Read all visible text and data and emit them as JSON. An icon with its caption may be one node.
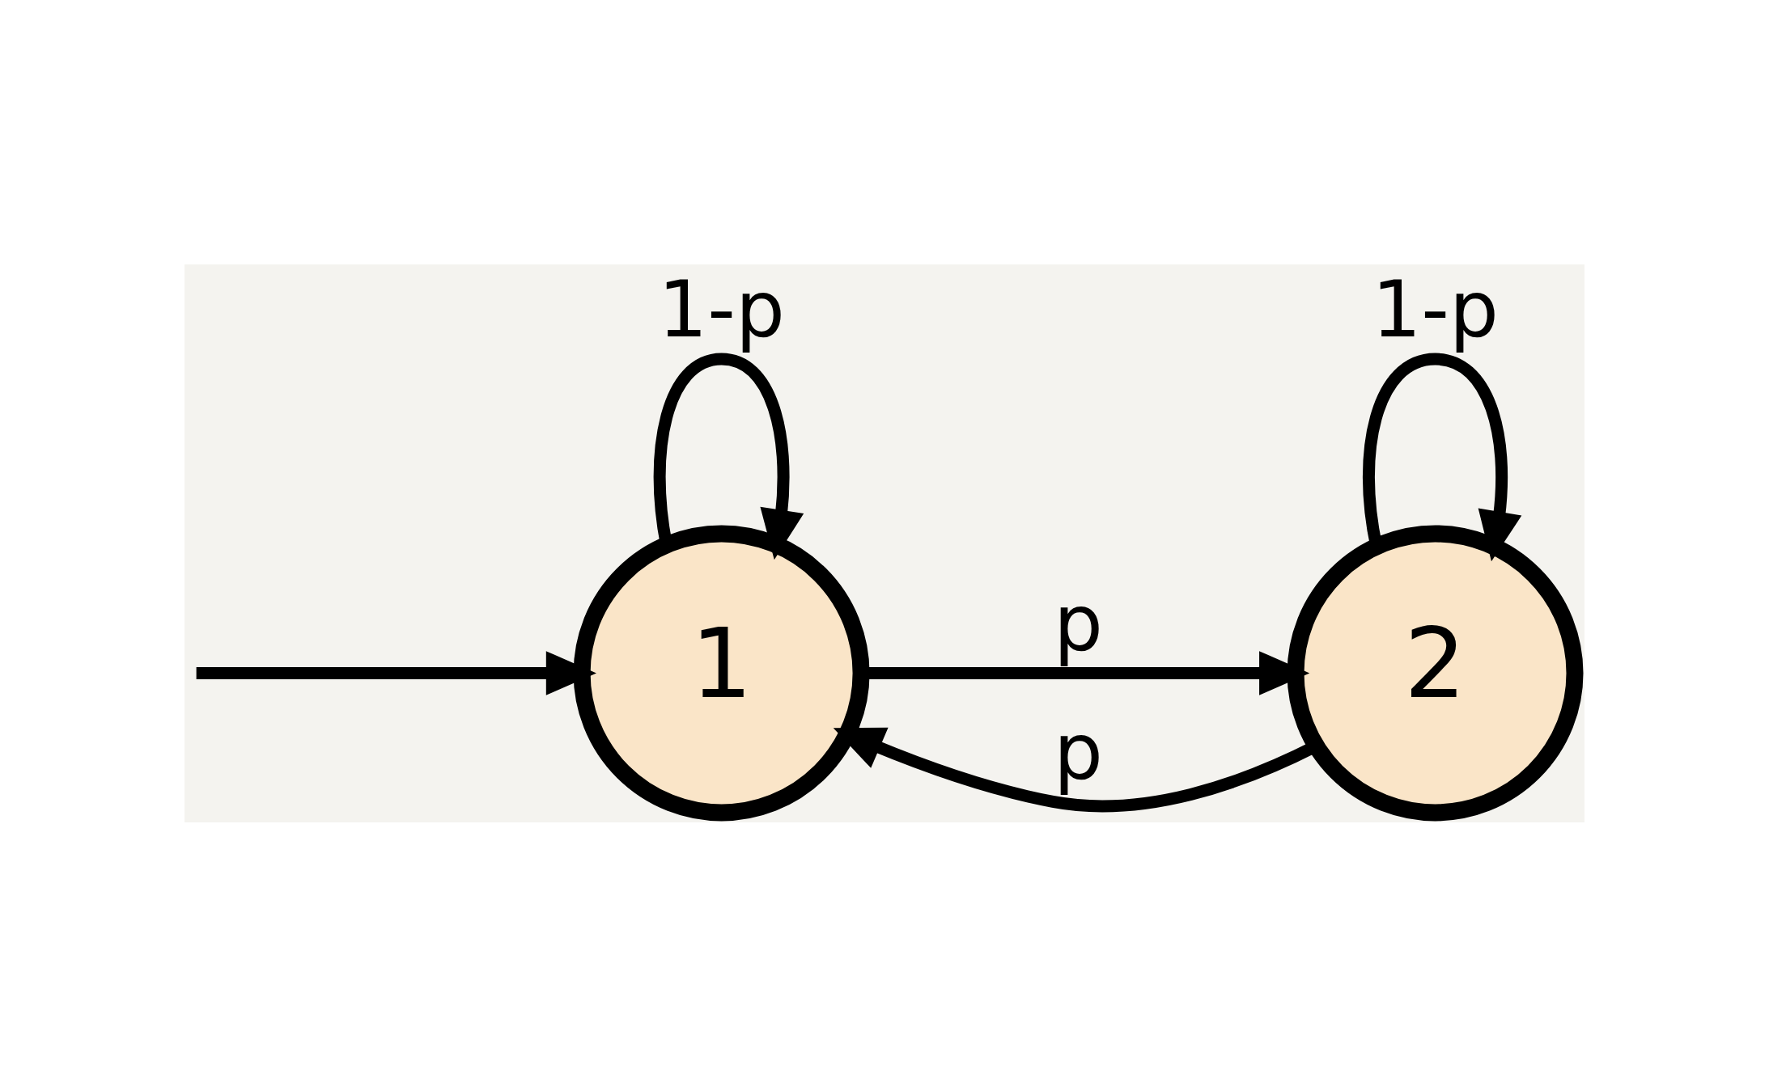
{
  "diagram": {
    "nodes": [
      {
        "text": [
          "1"
        ]
      },
      {
        "text": [
          "2"
        ]
      }
    ],
    "edges": [
      {
        "from": 0,
        "to": 0,
        "arrow": "to",
        "label": "1-p"
      },
      {
        "from": 0,
        "to": 1,
        "arrow": "to",
        "label": "p"
      },
      {
        "from": 1,
        "to": 0,
        "arrow": "to",
        "label": "p"
      },
      {
        "from": 1,
        "to": 1,
        "arrow": "to",
        "label": "1-p"
      },
      {
        "from": null,
        "to": 0,
        "arrow": "to"
      }
    ]
  }
}
